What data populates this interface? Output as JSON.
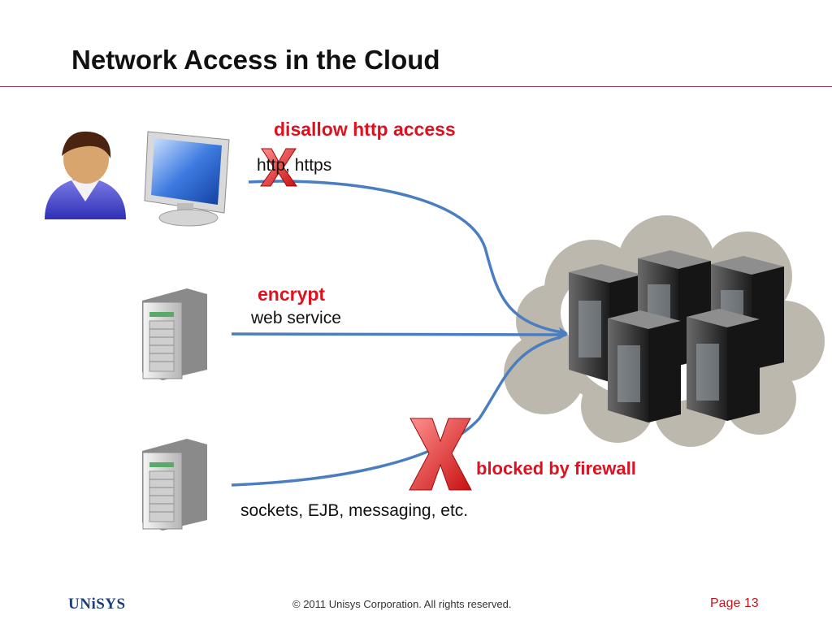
{
  "slide": {
    "title": "Network Access in the Cloud"
  },
  "diagram": {
    "disallow_label": "disallow http access",
    "http_label": "http, https",
    "encrypt_label": "encrypt",
    "webservice_label": "web service",
    "blocked_label": "blocked by firewall",
    "sockets_label": "sockets, EJB, messaging, etc.",
    "colors": {
      "arrow": "#4a7ec0",
      "warning": "#e0111f",
      "cloud": "#bdb8ad"
    }
  },
  "footer": {
    "logo": "UNiSYS",
    "copyright": "© 2011 Unisys Corporation. All rights reserved.",
    "page": "Page 13"
  }
}
